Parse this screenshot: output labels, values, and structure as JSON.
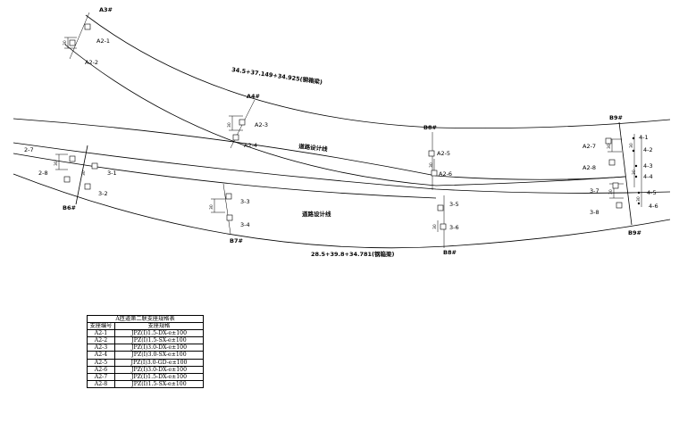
{
  "drawing": {
    "upper_mileage_note": "34.5+37.149+34.925(钢箱梁)",
    "lower_mileage_note": "28.5+39.8+34.781(钢箱梁)",
    "upper_road_line": "道路设计线",
    "lower_road_line": "道路设计线",
    "piers": {
      "a3": "A3#",
      "a4": "A4#",
      "b8_upper": "B8#",
      "b9_upper": "B9#",
      "b6": "B6#",
      "b7": "B7#",
      "b8_lower": "B8#",
      "b9_lower": "B9#"
    },
    "bearings": {
      "a2_1": "A2-1",
      "a2_2": "A2-2",
      "a2_3": "A2-3",
      "a2_4": "A2-4",
      "a2_5": "A2-5",
      "a2_6": "A2-6",
      "a2_7": "A2-7",
      "a2_8": "A2-8",
      "b_2_7": "2-7",
      "b_2_8": "2-8",
      "b_3_1": "3-1",
      "b_3_2": "3-2",
      "b_3_3": "3-3",
      "b_3_4": "3-4",
      "b_3_5": "3-5",
      "b_3_6": "3-6",
      "b_3_7": "3-7",
      "b_3_8": "3-8",
      "b_4_1": "4-1",
      "b_4_2": "4-2",
      "b_4_3": "4-3",
      "b_4_4": "4-4",
      "b_4_5": "4-5",
      "b_4_6": "4-6"
    },
    "offsets": {
      "o1": "30",
      "o2": "30",
      "o3": "30",
      "o4": "30",
      "o5": "30",
      "o6": "30",
      "o7": "30",
      "o8": "30",
      "o9": "30",
      "o10": "30",
      "o11": "30",
      "o12": "30"
    }
  },
  "table": {
    "title": "A匝道第二联支座规格表",
    "col_id": "支座编号",
    "col_spec": "支座规格",
    "rows": [
      {
        "id": "A2-1",
        "spec": "JPZ(Ⅰ)1.5-DX-e±100"
      },
      {
        "id": "A2-2",
        "spec": "JPZ(Ⅰ)1.5-SX-e±100"
      },
      {
        "id": "A2-3",
        "spec": "JPZ(Ⅰ)3.0-DX-e±100"
      },
      {
        "id": "A2-4",
        "spec": "JPZ(Ⅰ)3.0-SX-e±100"
      },
      {
        "id": "A2-5",
        "spec": "JPZ(Ⅰ)3.0-GD-e±100"
      },
      {
        "id": "A2-6",
        "spec": "JPZ(Ⅰ)3.0-DX-e±100"
      },
      {
        "id": "A2-7",
        "spec": "JPZ(Ⅰ)1.5-DX-e±100"
      },
      {
        "id": "A2-8",
        "spec": "JPZ(Ⅰ)1.5-SX-e±100"
      }
    ]
  }
}
